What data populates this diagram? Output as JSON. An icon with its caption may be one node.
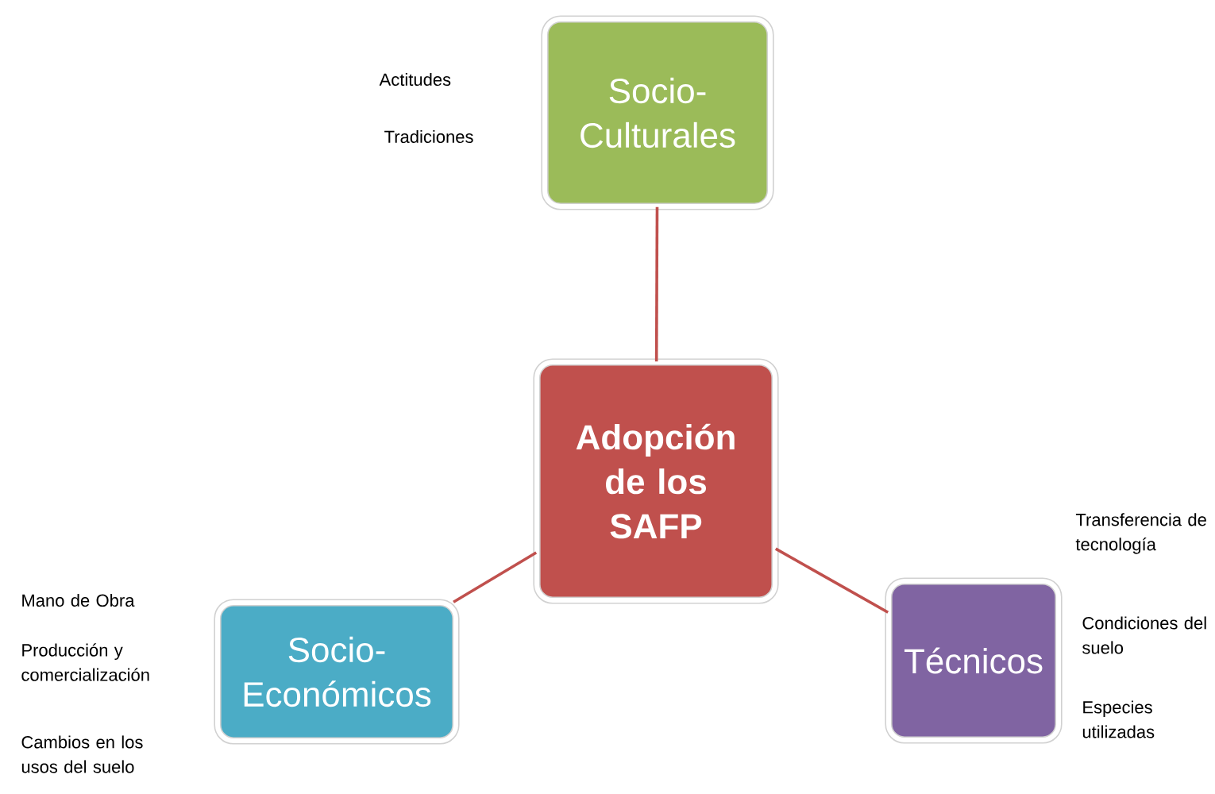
{
  "diagram": {
    "nodes": [
      {
        "text": [
          "Adopción de los SAFP"
        ]
      },
      {
        "text": [
          "Socio- Culturales"
        ],
        "beside": [
          "Actitudes",
          "Tradiciones"
        ]
      },
      {
        "text": [
          "Socio- Económicos"
        ],
        "beside": [
          "Mano de Obra",
          "Producción y comercialización",
          "Cambios en los usos del suelo"
        ]
      },
      {
        "text": [
          "Técnicos"
        ],
        "beside": [
          "Transferencia de tecnología",
          "Condiciones del suelo",
          "Especies utilizadas"
        ]
      }
    ],
    "edges": [
      {
        "from": 0,
        "to": 1,
        "arrow": "none"
      },
      {
        "from": 0,
        "to": 2,
        "arrow": "none"
      },
      {
        "from": 0,
        "to": 3,
        "arrow": "none"
      }
    ]
  }
}
